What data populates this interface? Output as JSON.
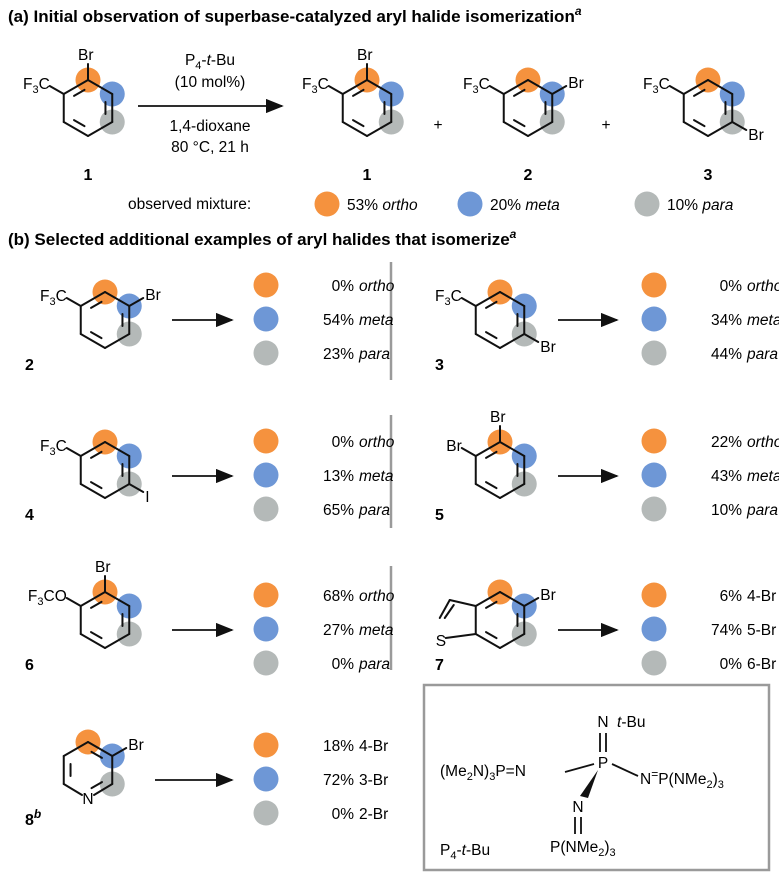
{
  "section_a": {
    "title": "(a) Initial observation of superbase-catalyzed aryl halide isomerization",
    "title_sup": "a",
    "catalyst_name": "P4-t-Bu",
    "catalyst_loading": "(10 mol%)",
    "solvent": "1,4-dioxane",
    "conditions": "80 °C, 21 h",
    "plus_sign": "+",
    "reactant_label": "1",
    "product_labels": [
      "1",
      "2",
      "3"
    ],
    "mixture_label": "observed mixture:",
    "mixture": [
      {
        "value": "53%",
        "position": "ortho",
        "color": "#f5923e"
      },
      {
        "value": "20%",
        "position": "meta",
        "color": "#6e97d6"
      },
      {
        "value": "10%",
        "position": "para",
        "color": "#b4b9b8"
      }
    ]
  },
  "section_b": {
    "title": "(b) Selected additional examples of aryl halides that isomerize",
    "title_sup": "a",
    "examples": [
      {
        "label": "2",
        "results": [
          {
            "value": "0%",
            "position": "ortho",
            "italic": true
          },
          {
            "value": "54%",
            "position": "meta",
            "italic": true
          },
          {
            "value": "23%",
            "position": "para",
            "italic": true
          }
        ]
      },
      {
        "label": "3",
        "results": [
          {
            "value": "0%",
            "position": "ortho",
            "italic": true
          },
          {
            "value": "34%",
            "position": "meta",
            "italic": true
          },
          {
            "value": "44%",
            "position": "para",
            "italic": true
          }
        ]
      },
      {
        "label": "4",
        "results": [
          {
            "value": "0%",
            "position": "ortho",
            "italic": true
          },
          {
            "value": "13%",
            "position": "meta",
            "italic": true
          },
          {
            "value": "65%",
            "position": "para",
            "italic": true
          }
        ]
      },
      {
        "label": "5",
        "results": [
          {
            "value": "22%",
            "position": "ortho",
            "italic": true
          },
          {
            "value": "43%",
            "position": "meta",
            "italic": true
          },
          {
            "value": "10%",
            "position": "para",
            "italic": true
          }
        ]
      },
      {
        "label": "6",
        "results": [
          {
            "value": "68%",
            "position": "ortho",
            "italic": true
          },
          {
            "value": "27%",
            "position": "meta",
            "italic": true
          },
          {
            "value": "0%",
            "position": "para",
            "italic": true
          }
        ]
      },
      {
        "label": "7",
        "results": [
          {
            "value": "6%",
            "position": "4-Br",
            "italic": false
          },
          {
            "value": "74%",
            "position": "5-Br",
            "italic": false
          },
          {
            "value": "0%",
            "position": "6-Br",
            "italic": false
          }
        ]
      },
      {
        "label": "8",
        "label_sup": "b",
        "results": [
          {
            "value": "18%",
            "position": "4-Br",
            "italic": false
          },
          {
            "value": "72%",
            "position": "3-Br",
            "italic": false
          },
          {
            "value": "0%",
            "position": "2-Br",
            "italic": false
          }
        ]
      }
    ]
  },
  "atoms": {
    "br": "Br",
    "i": "I",
    "s": "S",
    "n": "N",
    "p": "P",
    "cf3": "F3C",
    "ocf3": "F3CO",
    "tbu": "t-Bu",
    "nme2_left": "(Me2N)3P=N",
    "nme2_right": "P(NMe2)3"
  },
  "catalyst_box": {
    "name": "P4-t-Bu",
    "top_group": "N",
    "top_sub": "t-Bu",
    "left_group": "(Me2N)3P=N",
    "center": "P",
    "right_group": "N=P(NMe2)3",
    "bottom_group": "N",
    "bottom_sub": "P(NMe2)3"
  },
  "colors": {
    "ortho": "#f5923e",
    "meta": "#6e97d6",
    "para": "#b4b9b8",
    "divider": "#9a9a9a"
  }
}
